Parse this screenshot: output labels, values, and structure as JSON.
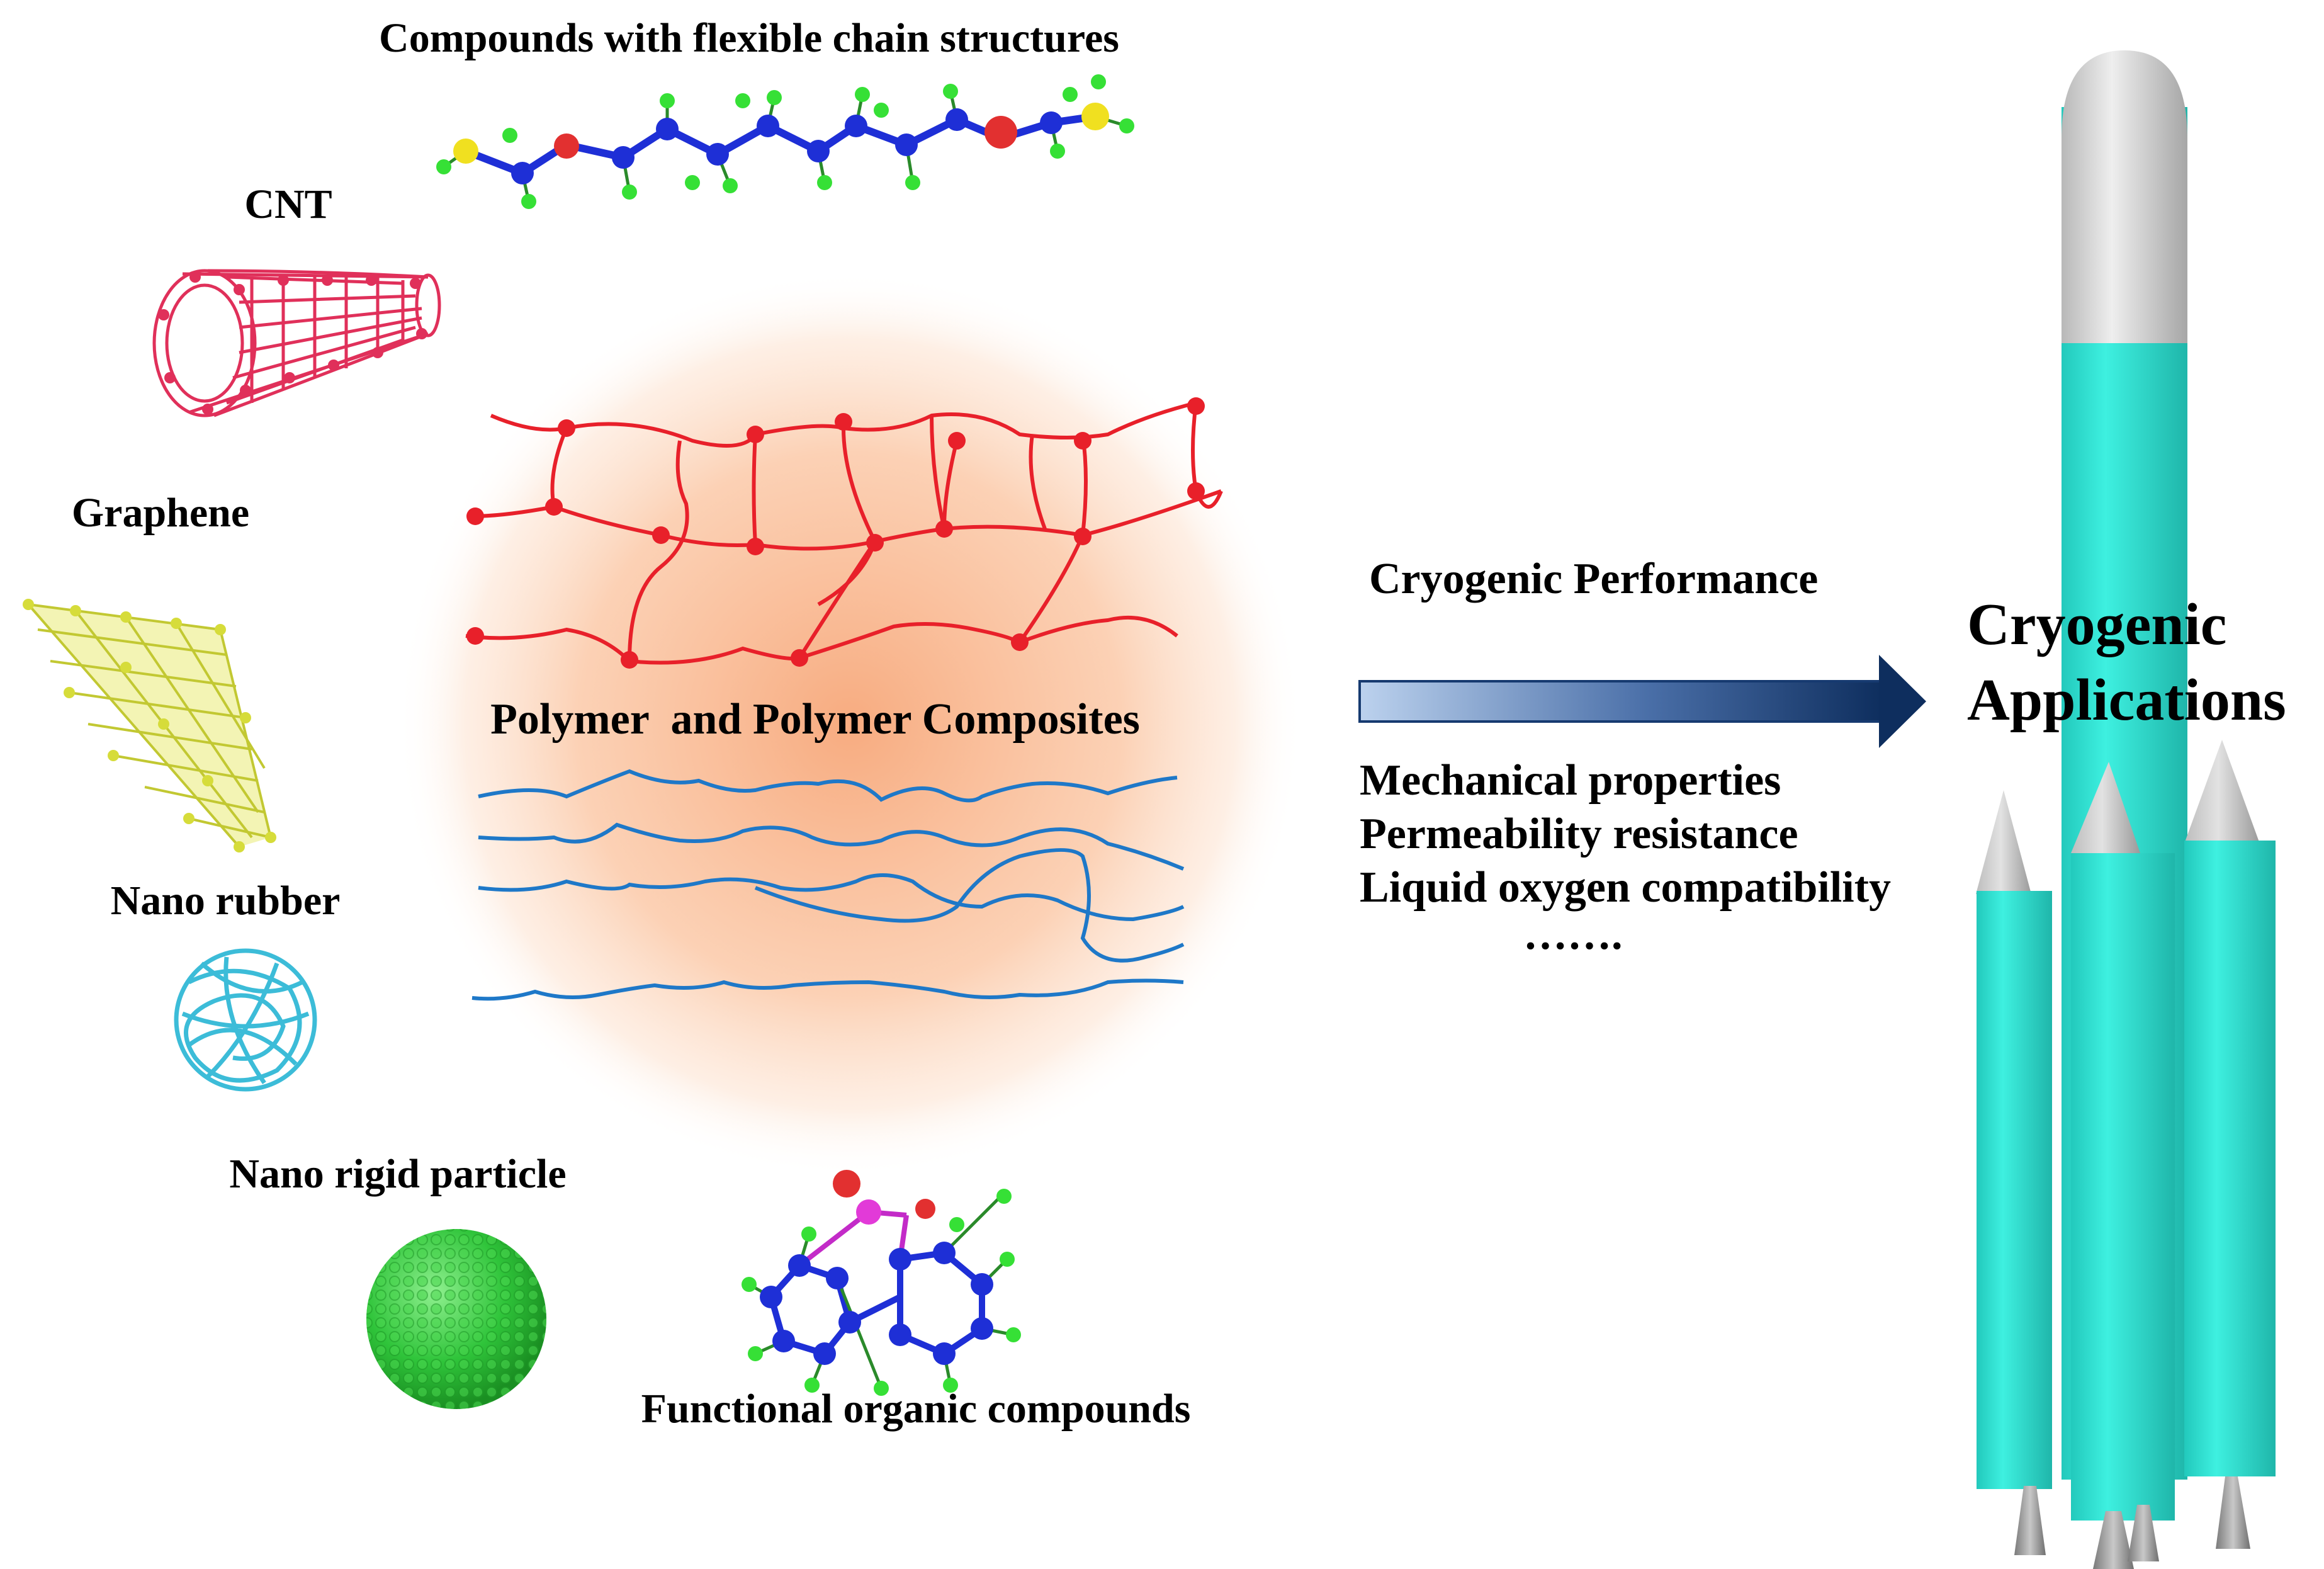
{
  "materials": {
    "chain": "Compounds with flexible chain structures",
    "cnt": "CNT",
    "graphene": "Graphene",
    "nano_rubber": "Nano rubber",
    "nano_rigid": "Nano rigid particle",
    "functional": "Functional organic compounds"
  },
  "center": {
    "title": "Polymer  and Polymer Composites"
  },
  "arrow": {
    "heading": "Cryogenic Performance",
    "properties": [
      "Mechanical properties",
      "Permeability resistance",
      "Liquid oxygen compatibility"
    ],
    "ellipsis": "……."
  },
  "rocket": {
    "title_line1": "Cryogenic",
    "title_line2": "Applications"
  },
  "colors": {
    "red_network": "#e8202a",
    "blue_chains": "#1e78c8",
    "glow": "#f5a36e",
    "rocket_body": "#2ee8d8",
    "arrow_dark": "#0e2e5e",
    "cnt": "#e0305a",
    "graphene": "#d6dc3a",
    "rubber": "#3cbcd8",
    "rigid": "#32c83c"
  }
}
